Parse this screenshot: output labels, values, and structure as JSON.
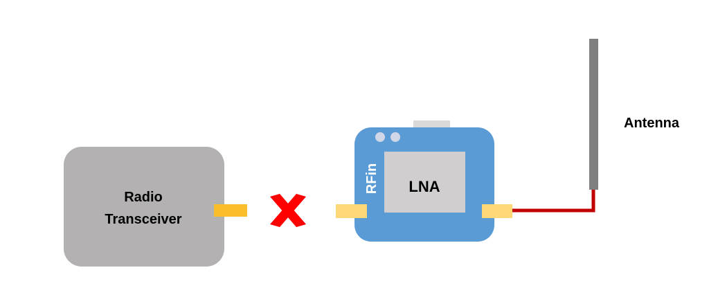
{
  "labels": {
    "radio_line1": "Radio",
    "radio_line2": "Transceiver",
    "lna": "LNA",
    "rfin": "RFin",
    "antenna": "Antenna"
  },
  "colors": {
    "transceiver_body": "#b3b1b1",
    "lna_board": "#5b9bd5",
    "lna_chip": "#d0cece",
    "board_connector": "#d9d9d9",
    "transceiver_port": "#fbbe2b",
    "lna_port": "#ffd878",
    "cable": "#c00000",
    "antenna": "#7f7f7f",
    "disconnect_mark": "#ff0000",
    "text_dark": "#000000",
    "text_light": "#ffffff"
  },
  "icons": {
    "disconnect": "cross-mark-icon",
    "antenna": "antenna-icon"
  }
}
